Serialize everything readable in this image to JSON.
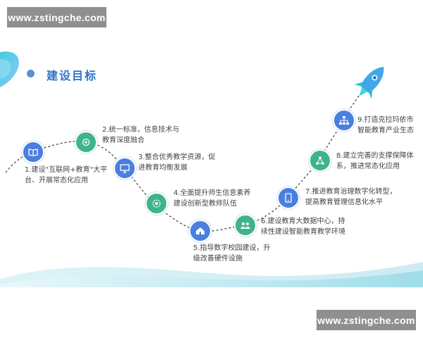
{
  "watermark": {
    "top": "www.zstingche.com",
    "bottom": "www.zstingche.com"
  },
  "title": "建设目标",
  "steps": [
    {
      "line1": "1.建设\"互联网+教育\"大平",
      "line2": "台、开展常态化应用",
      "icon": "book-icon",
      "color": "#4a7fe0"
    },
    {
      "line1": "2.统一标准，信息技术与",
      "line2": "教育深度融合",
      "icon": "gear-icon",
      "color": "#3fb48a"
    },
    {
      "line1": "3.整合优秀教学资源，促",
      "line2": "进教育均衡发展",
      "icon": "monitor-icon",
      "color": "#4a7fe0"
    },
    {
      "line1": "4.全面提升师生信息素养",
      "line2": "建设创新型教师队伍",
      "icon": "settings-icon",
      "color": "#3fb48a"
    },
    {
      "line1": "5.指导数字校园建设，升",
      "line2": "级改善硬件设施",
      "icon": "school-icon",
      "color": "#4a7fe0"
    },
    {
      "line1": "6.建设教育大数据中心，持",
      "line2": "续性建设智能教育教学环境",
      "icon": "people-icon",
      "color": "#3fb48a"
    },
    {
      "line1": "7.推进教育治理数字化转型，",
      "line2": "提高教育管理信息化水平",
      "icon": "tablet-icon",
      "color": "#4a7fe0"
    },
    {
      "line1": "8.建立完善的支撑保障体",
      "line2": "系，推进常态化应用",
      "icon": "network-icon",
      "color": "#3fb48a"
    },
    {
      "line1": "9.打造克拉玛依市",
      "line2": "智能教育产业生态",
      "icon": "org-chart-icon",
      "color": "#4a7fe0"
    }
  ]
}
